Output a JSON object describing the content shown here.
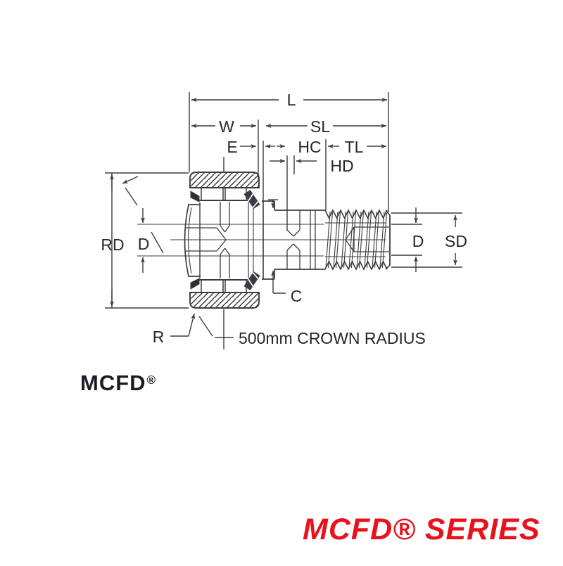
{
  "captions": {
    "model": "MCFD",
    "registered": "®"
  },
  "footer": {
    "series_title": "MCFD® SERIES"
  },
  "annotations": {
    "crown_note": "500mm CROWN RADIUS",
    "dim_labels": {
      "l": "L",
      "w": "W",
      "sl": "SL",
      "e": "E",
      "hc": "HC",
      "tl": "TL",
      "hd": "HD",
      "rd": "RD",
      "d_left": "D",
      "c": "C",
      "r": "R",
      "d_right": "D",
      "sd": "SD"
    }
  },
  "colors": {
    "line": "#3b3b41",
    "label": "#26262c",
    "series_red": "#e8111c",
    "background": "#ffffff"
  }
}
